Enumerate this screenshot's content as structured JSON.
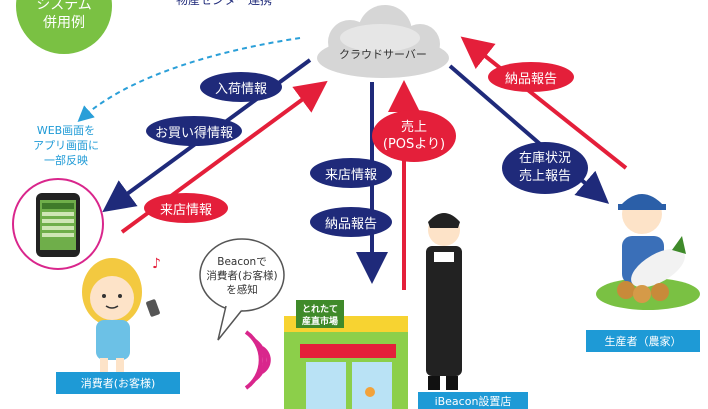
{
  "corner_badge": {
    "line1": "システム",
    "line2": "併用例"
  },
  "header_partial": "物産センター連携",
  "cloud": {
    "label": "クラウドサーバー"
  },
  "phone_note": {
    "line1": "WEB画面を",
    "line2": "アプリ画面に",
    "line3": "一部反映"
  },
  "flows": {
    "arrival_info": "入荷情報",
    "deals_info": "お買い得情報",
    "visit_info_red": "来店情報",
    "visit_info_navy": "来店情報",
    "delivery_report_store": "納品報告",
    "sales_line1": "売上",
    "sales_line2": "(POSより)",
    "delivery_report_producer": "納品報告",
    "stock_status": "在庫状況",
    "sales_report": "売上報告"
  },
  "speech": {
    "line1": "Beaconで",
    "line2": "消費者(お客様)",
    "line3": "を感知"
  },
  "shop_sign": {
    "line1": "とれたて",
    "line2": "産直市場"
  },
  "captions": {
    "consumer": "消費者(お客様)",
    "store": "iBeacon設置店",
    "producer": "生産者（農家）"
  },
  "colors": {
    "navy": "#1f2a7a",
    "red": "#e41f3a",
    "green": "#7ac143",
    "caption_blue": "#1e9ad6"
  }
}
